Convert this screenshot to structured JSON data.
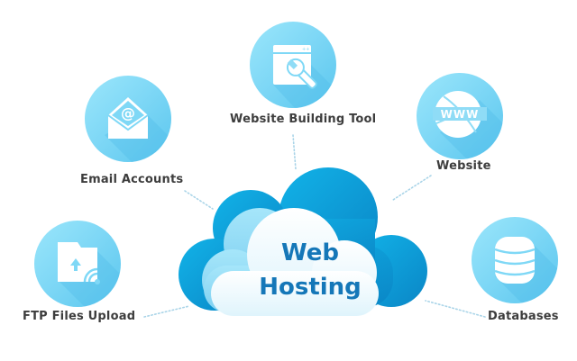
{
  "diagram": {
    "title": "Web Hosting",
    "center": {
      "line1": "Web",
      "line2": "Hosting",
      "colors": {
        "outer": "#0b9fd9",
        "middle": "#8fdcf6",
        "inner": "#ffffff",
        "text": "#1577b8"
      }
    },
    "nodes": [
      {
        "id": "website-building-tool",
        "label": "Website Building Tool",
        "icon": "browser-wrench-icon"
      },
      {
        "id": "email-accounts",
        "label": "Email Accounts",
        "icon": "open-envelope-at-icon"
      },
      {
        "id": "website",
        "label": "Website",
        "icon": "globe-www-icon"
      },
      {
        "id": "ftp-files-upload",
        "label": "FTP Files Upload",
        "icon": "folder-upload-signal-icon"
      },
      {
        "id": "databases",
        "label": "Databases",
        "icon": "database-stack-icon"
      }
    ],
    "www_text": "WWW",
    "colors": {
      "node_light": "#9be6fb",
      "node_dark": "#5bc6ee",
      "label": "#3d3d3d",
      "connector": "#a9d4e8"
    }
  }
}
